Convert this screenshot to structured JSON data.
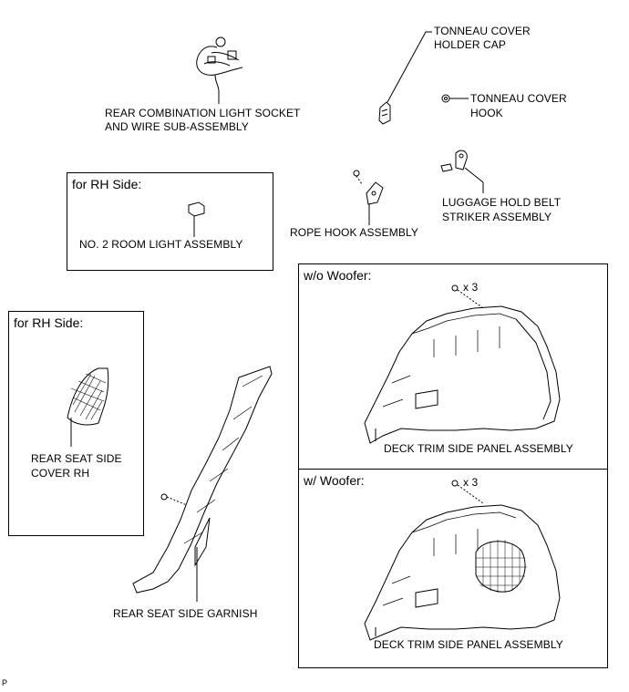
{
  "labels": {
    "rear_combination_light_socket": "REAR COMBINATION LIGHT SOCKET",
    "and_wire_sub_assembly": "AND WIRE SUB-ASSEMBLY",
    "tonneau_cover_holder_cap_1": "TONNEAU COVER",
    "tonneau_cover_holder_cap_2": "HOLDER CAP",
    "tonneau_cover_hook_1": "TONNEAU COVER",
    "tonneau_cover_hook_2": "HOOK",
    "luggage_hold_belt_1": "LUGGAGE HOLD BELT",
    "luggage_hold_belt_2": "STRIKER ASSEMBLY",
    "rope_hook_assembly": "ROPE HOOK ASSEMBLY",
    "no2_room_light_assembly": "NO. 2 ROOM LIGHT ASSEMBLY",
    "rear_seat_side_cover_1": "REAR SEAT SIDE",
    "rear_seat_side_cover_2": "COVER RH",
    "rear_seat_side_garnish": "REAR SEAT SIDE GARNISH",
    "deck_trim_side_panel_1": "DECK TRIM SIDE PANEL ASSEMBLY",
    "deck_trim_side_panel_2": "DECK TRIM SIDE PANEL ASSEMBLY",
    "qty_x3_a": "x 3",
    "qty_x3_b": "x 3",
    "corner_mark": "P"
  },
  "boxes": {
    "rh_side_room_light": "for RH Side:",
    "rh_side_cover": "for RH Side:",
    "wo_woofer": "w/o Woofer:",
    "w_woofer": "w/ Woofer:"
  }
}
